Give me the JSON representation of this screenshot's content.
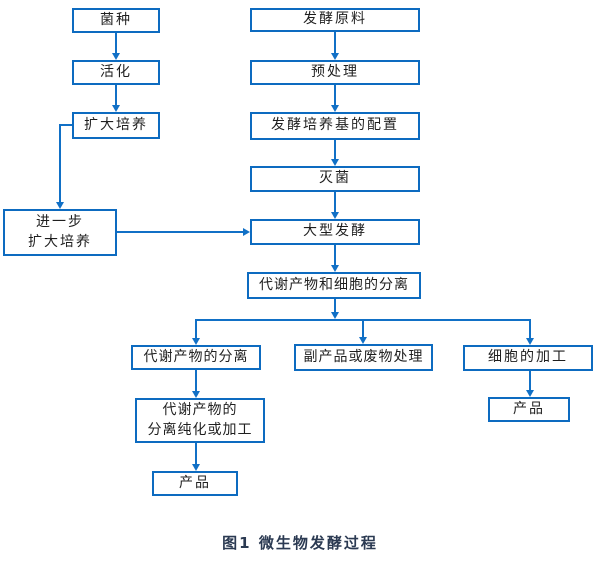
{
  "diagram": {
    "caption": "图1 微生物发酵过程",
    "colors": {
      "line_blue": "#1170c6",
      "box_border_blue": "#0d6bc0",
      "box_fill": "#ffffff",
      "box_text": "#1f1f1f",
      "caption_text": "#2b3a52"
    },
    "nodes": {
      "strain": {
        "label": "菌种"
      },
      "activation": {
        "label": "活化"
      },
      "expanded_culture": {
        "label": "扩大培养"
      },
      "further_expanded_culture": {
        "label": "进一步\n扩大培养"
      },
      "raw_material": {
        "label": "发酵原料"
      },
      "pretreatment": {
        "label": "预处理"
      },
      "medium_preparation": {
        "label": "发酵培养基的配置"
      },
      "sterilization": {
        "label": "灭菌"
      },
      "large_scale_fermentation": {
        "label": "大型发酵"
      },
      "metabolite_cell_separation": {
        "label": "代谢产物和细胞的分离"
      },
      "metabolite_separation": {
        "label": "代谢产物的分离"
      },
      "byproduct_waste_treatment": {
        "label": "副产品或废物处理"
      },
      "cell_processing": {
        "label": "细胞的加工"
      },
      "metabolite_purification": {
        "label": "代谢产物的\n分离纯化或加工"
      },
      "product_metabolite": {
        "label": "产品"
      },
      "product_cell": {
        "label": "产品"
      }
    }
  }
}
